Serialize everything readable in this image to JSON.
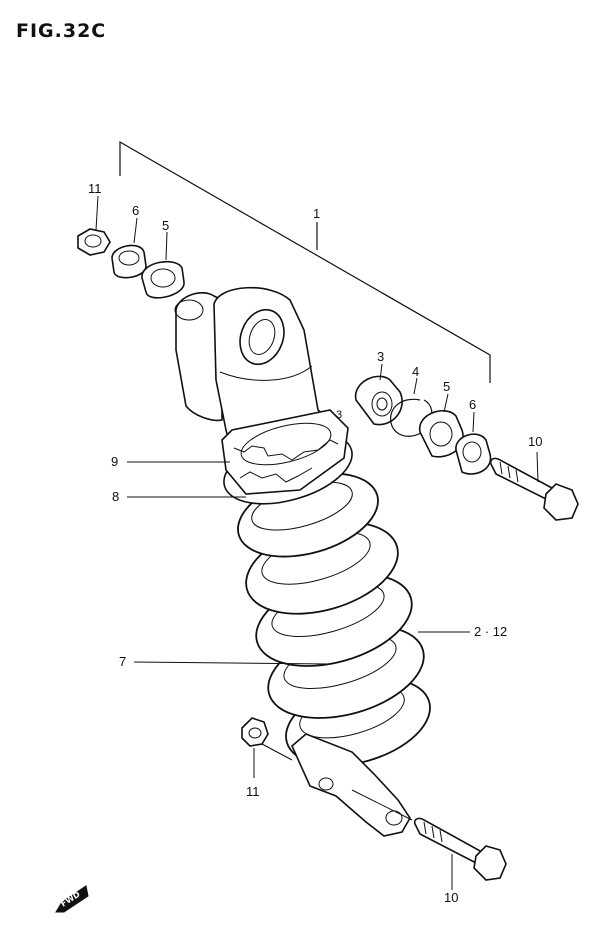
{
  "figure": {
    "title": "FIG.32C"
  },
  "callouts": {
    "c1": "1",
    "c2": "2 · 12",
    "c3a": "3",
    "c3b": "3",
    "c4": "4",
    "c5a": "5",
    "c5b": "5",
    "c6a": "6",
    "c6b": "6",
    "c7": "7",
    "c8": "8",
    "c9": "9",
    "c10a": "10",
    "c10b": "10",
    "c11a": "11",
    "c11b": "11"
  },
  "badge": {
    "text": "FWD",
    "icon": "fwd-arrow-icon"
  }
}
